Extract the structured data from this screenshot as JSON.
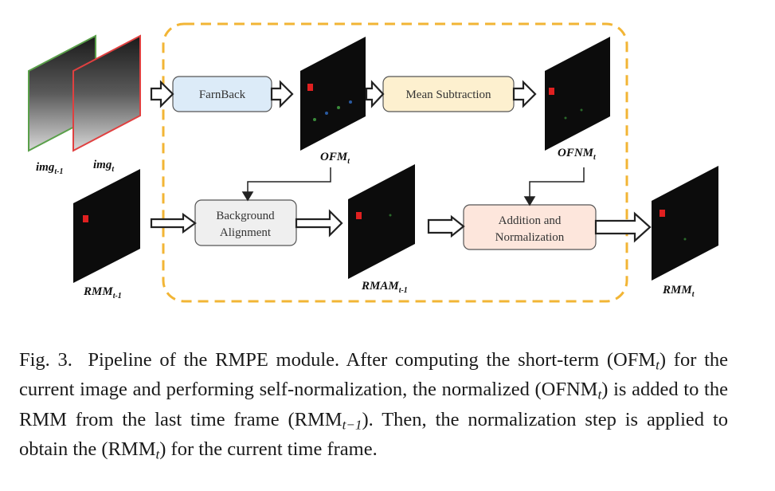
{
  "diagram": {
    "inputs": {
      "img_prev": {
        "base": "img",
        "sub": "t-1"
      },
      "img_curr": {
        "base": "img",
        "sub": "t"
      },
      "rmm_prev": {
        "base": "RMM",
        "sub": "t-1"
      }
    },
    "boxes": {
      "farnback": "FarnBack",
      "mean_subtraction": "Mean Subtraction",
      "background_alignment": [
        "Background",
        "Alignment"
      ],
      "addition_normalization": [
        "Addition and",
        "Normalization"
      ]
    },
    "outputs": {
      "ofm": {
        "base": "OFM",
        "sub": "t"
      },
      "ofnm": {
        "base": "OFNM",
        "sub": "t"
      },
      "rmam": {
        "base": "RMAM",
        "sub": "t-1"
      },
      "rmm": {
        "base": "RMM",
        "sub": "t"
      }
    },
    "colors": {
      "dashed_border": "#f2b535",
      "farnback_fill": "#dcebf8",
      "mean_sub_fill": "#fdf0cf",
      "bg_align_fill": "#efefef",
      "add_norm_fill": "#fde6dc",
      "img_prev_border": "#5aa04a",
      "img_curr_border": "#e04040"
    }
  },
  "caption": {
    "figure_label": "Fig. 3.",
    "text_1": "Pipeline of the RMPE module. After computing the short-term (OFM",
    "sub_1": "t",
    "text_2": ") for the current image and performing self-normalization, the normalized (OFNM",
    "sub_2": "t",
    "text_3": ") is added to the RMM from the last time frame (RMM",
    "sub_3": "t−1",
    "text_4": "). Then, the normalization step is applied to obtain the (RMM",
    "sub_4": "t",
    "text_5": ") for the current time frame."
  }
}
